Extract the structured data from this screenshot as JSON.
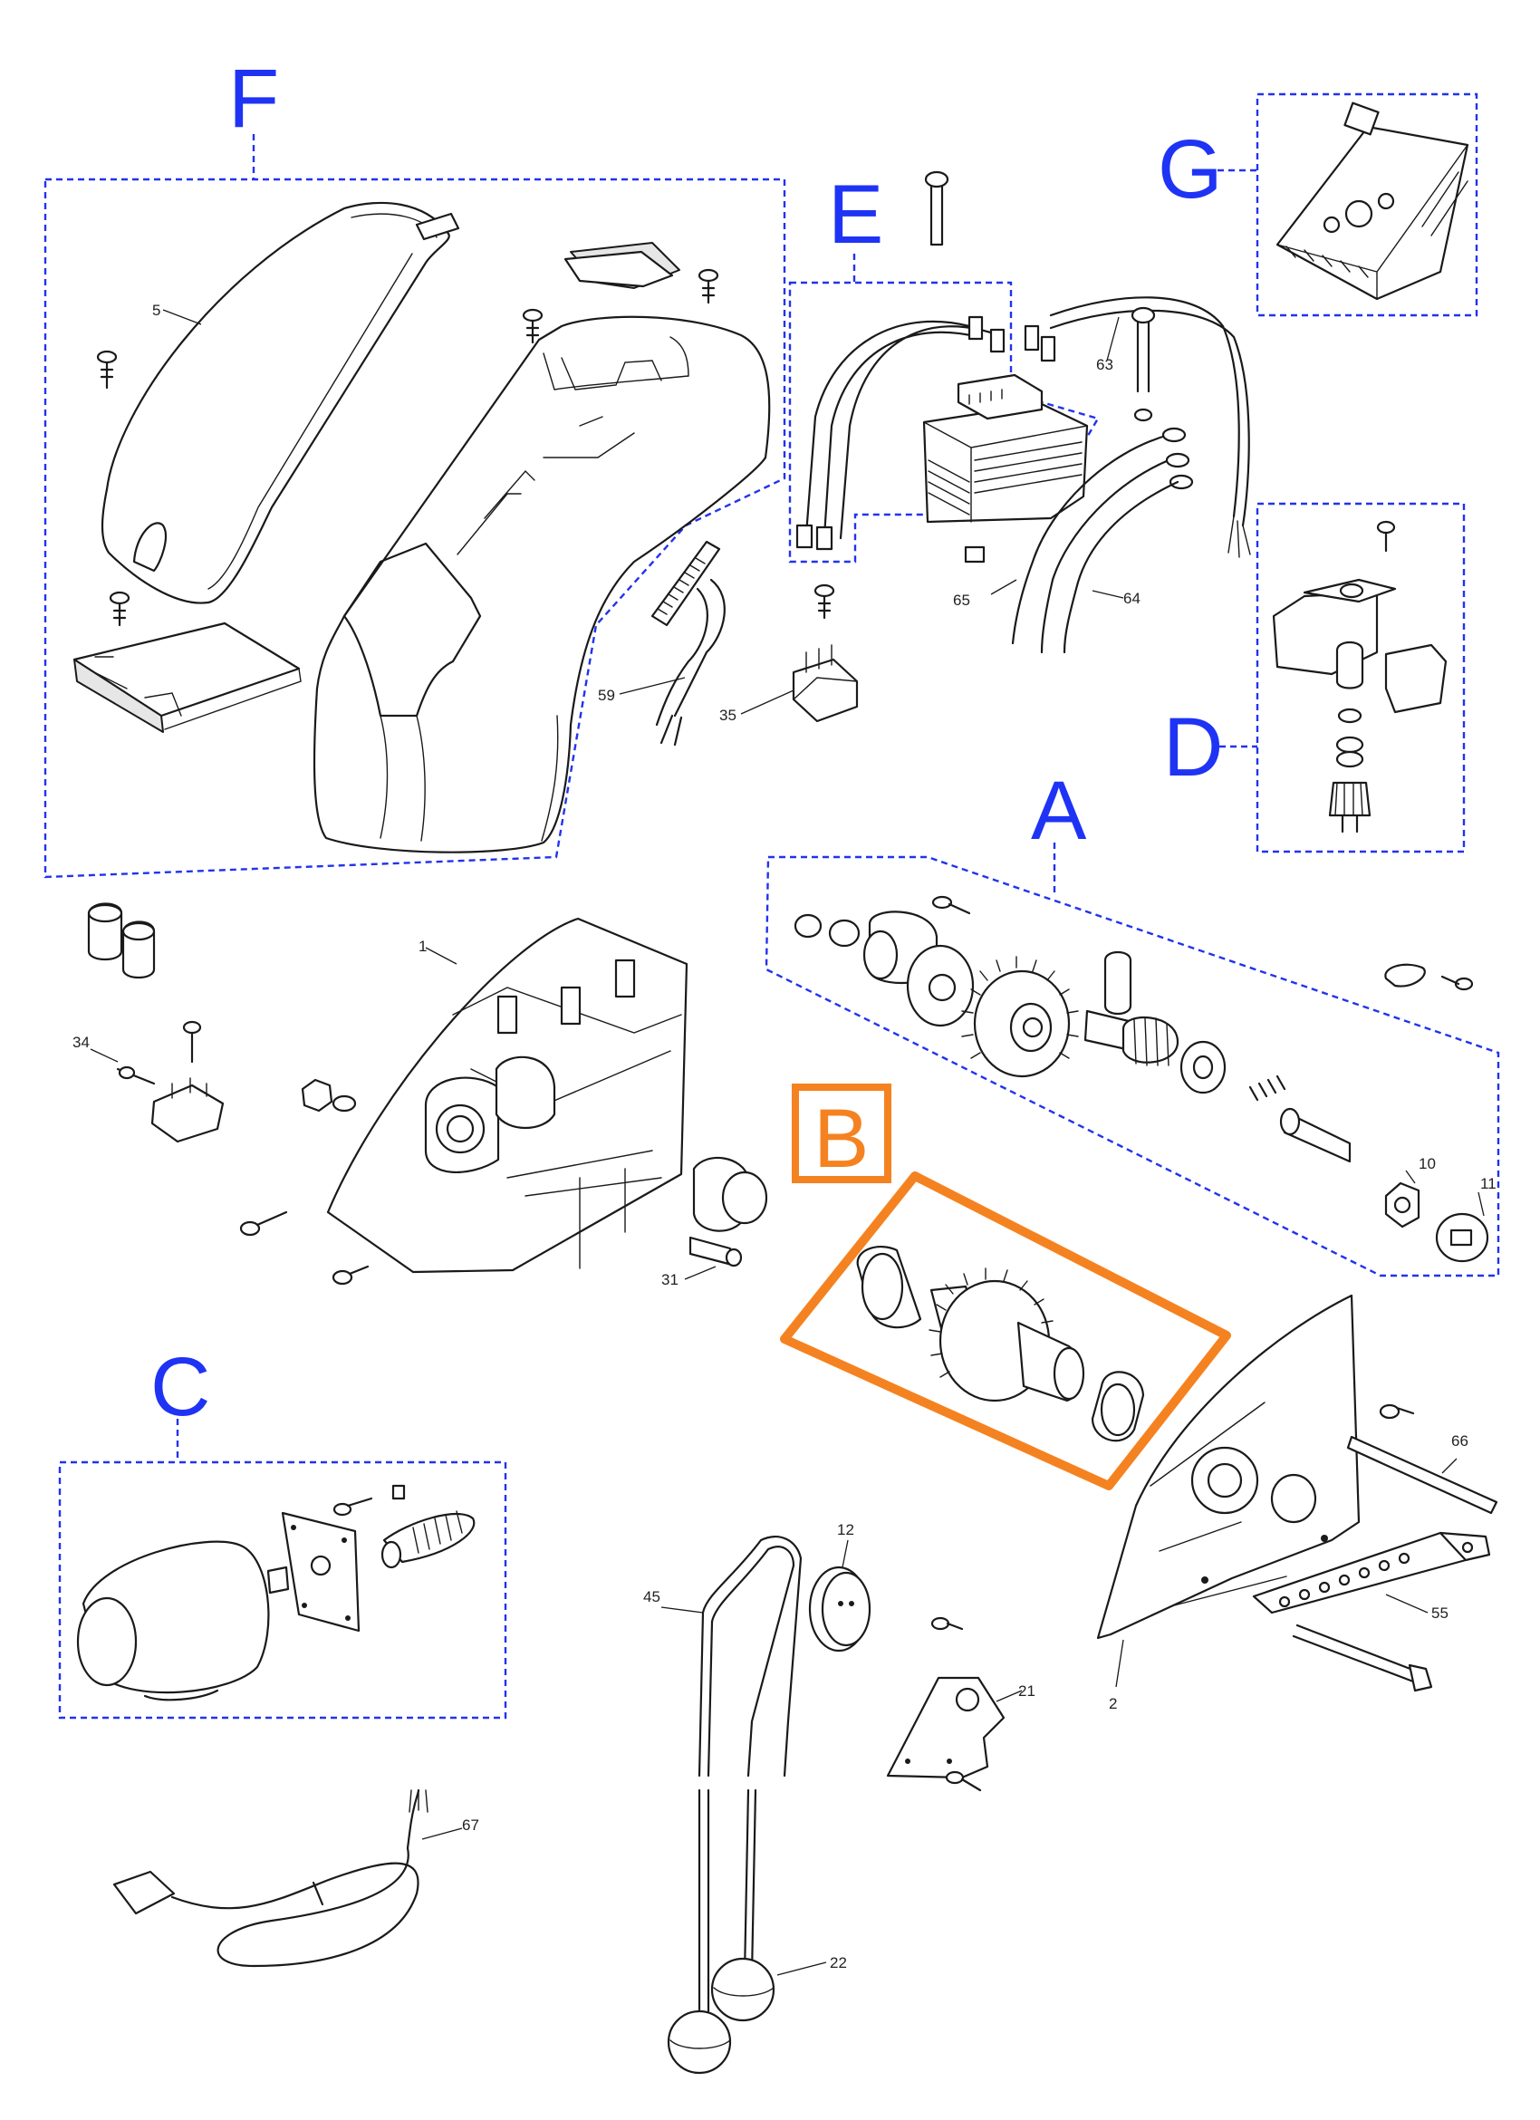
{
  "colors": {
    "group_outline": "#2233ee",
    "group_letter": "#1f33f5",
    "highlight": "#f58220",
    "line": "#1a1a1a"
  },
  "groups": [
    {
      "id": "F",
      "label": "F"
    },
    {
      "id": "E",
      "label": "E"
    },
    {
      "id": "G",
      "label": "G"
    },
    {
      "id": "D",
      "label": "D"
    },
    {
      "id": "A",
      "label": "A"
    },
    {
      "id": "B",
      "label": "B",
      "highlighted": true
    },
    {
      "id": "C",
      "label": "C"
    }
  ],
  "part_numbers": {
    "p5": "5",
    "p59": "59",
    "p35": "35",
    "p63": "63",
    "p64": "64",
    "p65": "65",
    "p1": "1",
    "p34": "34",
    "p31": "31",
    "p10": "10",
    "p11": "11",
    "p12": "12",
    "p45": "45",
    "p21": "21",
    "p22": "22",
    "p66": "66",
    "p55": "55",
    "p2": "2",
    "p67": "67"
  }
}
